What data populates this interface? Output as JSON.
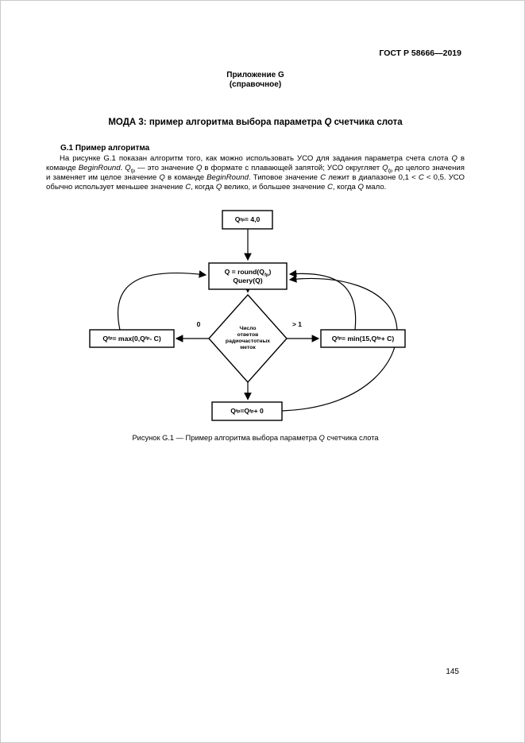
{
  "header": {
    "doc_number": "ГОСТ Р 58666—2019",
    "annex": "Приложение G",
    "annex_type": "(справочное)"
  },
  "title_segments": [
    {
      "t": "МОДА 3:  пример алгоритма выбора параметра "
    },
    {
      "t": "Q",
      "i": true
    },
    {
      "t": " счетчика слота"
    }
  ],
  "section": {
    "heading": "G.1  Пример алгоритма"
  },
  "paragraph_segments": [
    {
      "t": "На рисунке G.1 показан алгоритм того, как можно использовать УСО для задания параметра счета слота "
    },
    {
      "t": "Q",
      "i": true
    },
    {
      "t": " в команде "
    },
    {
      "t": "BeginRound",
      "i": true
    },
    {
      "t": ". "
    },
    {
      "t": "Q",
      "i": true
    },
    {
      "t": "fp",
      "i": true,
      "sub": true
    },
    {
      "t": " — это значение "
    },
    {
      "t": "Q",
      "i": true
    },
    {
      "t": " в формате с плавающей запятой; УСО округляет "
    },
    {
      "t": "Q",
      "i": true
    },
    {
      "t": "fp",
      "i": true,
      "sub": true
    },
    {
      "t": " до целого значения и заменяет им целое значение "
    },
    {
      "t": "Q",
      "i": true
    },
    {
      "t": " в команде "
    },
    {
      "t": "BeginRound",
      "i": true
    },
    {
      "t": ". Типовое значение "
    },
    {
      "t": "C",
      "i": true
    },
    {
      "t": " лежит в диапазоне 0,1 < "
    },
    {
      "t": "C",
      "i": true
    },
    {
      "t": " < 0,5. УСО обычно использует меньшее значение "
    },
    {
      "t": "C",
      "i": true
    },
    {
      "t": ", когда "
    },
    {
      "t": "Q",
      "i": true
    },
    {
      "t": " велико, и большее значение "
    },
    {
      "t": "C",
      "i": true
    },
    {
      "t": ", когда "
    },
    {
      "t": "Q",
      "i": true
    },
    {
      "t": " мало."
    }
  ],
  "flowchart": {
    "init": [
      {
        "t": "Q"
      },
      {
        "t": "fp",
        "sub": true
      },
      {
        "t": " = 4,0"
      }
    ],
    "round_line1": [
      {
        "t": "Q = round("
      },
      {
        "t": "Q"
      },
      {
        "t": "fp",
        "sub": true
      },
      {
        "t": ")"
      }
    ],
    "round_line2": [
      {
        "t": "Query("
      },
      {
        "t": "Q"
      },
      {
        "t": ")"
      }
    ],
    "decision": {
      "l1": "Число",
      "l2": "ответов",
      "l3": "радиочастотных",
      "l4": "меток"
    },
    "left": [
      {
        "t": "Q"
      },
      {
        "t": "fp",
        "sub": true
      },
      {
        "t": " = max(0, "
      },
      {
        "t": "Q"
      },
      {
        "t": "fp",
        "sub": true
      },
      {
        "t": " - C)"
      }
    ],
    "right": [
      {
        "t": "Q"
      },
      {
        "t": "fp",
        "sub": true
      },
      {
        "t": " = min(15, "
      },
      {
        "t": "Q"
      },
      {
        "t": "fp",
        "sub": true
      },
      {
        "t": " + C)"
      }
    ],
    "bottom": [
      {
        "t": "Q"
      },
      {
        "t": "fp",
        "sub": true
      },
      {
        "t": " = "
      },
      {
        "t": "Q"
      },
      {
        "t": "fp",
        "sub": true
      },
      {
        "t": " + 0"
      }
    ],
    "branch_zero": "0",
    "branch_many": "> 1"
  },
  "caption_segments": [
    {
      "t": "Рисунок G.1 — Пример алгоритма выбора параметра "
    },
    {
      "t": "Q",
      "i": true
    },
    {
      "t": " счетчика слота"
    }
  ],
  "footer": {
    "page_number": "145"
  }
}
